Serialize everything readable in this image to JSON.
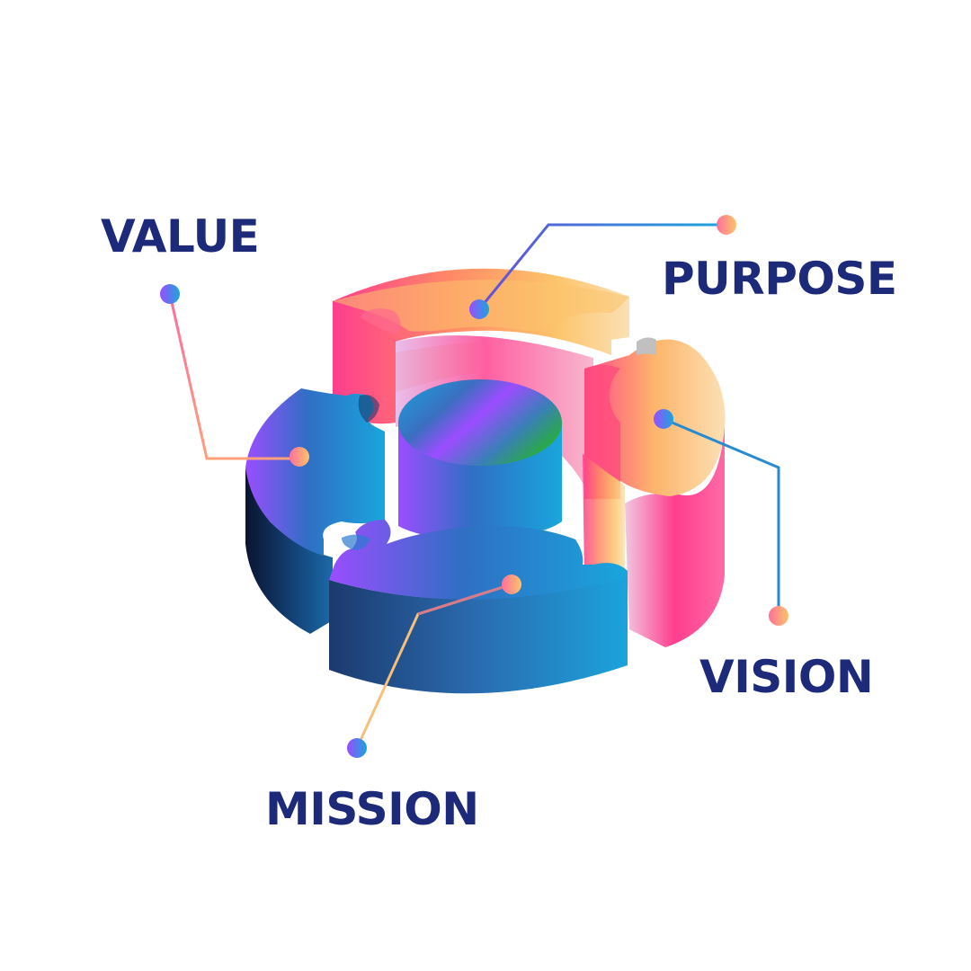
{
  "labels": {
    "value": "VALUE",
    "purpose": "PURPOSE",
    "vision": "VISION",
    "mission": "MISSION"
  },
  "colors": {
    "label_text": "#1d2a7a",
    "warm_gradient": [
      "#ff3d8e",
      "#ff8a66",
      "#fcc46a",
      "#fbe0b4"
    ],
    "cool_gradient": [
      "#9b4dff",
      "#2f6fc4",
      "#19a6dc"
    ],
    "dark_side": "#0f2346"
  }
}
